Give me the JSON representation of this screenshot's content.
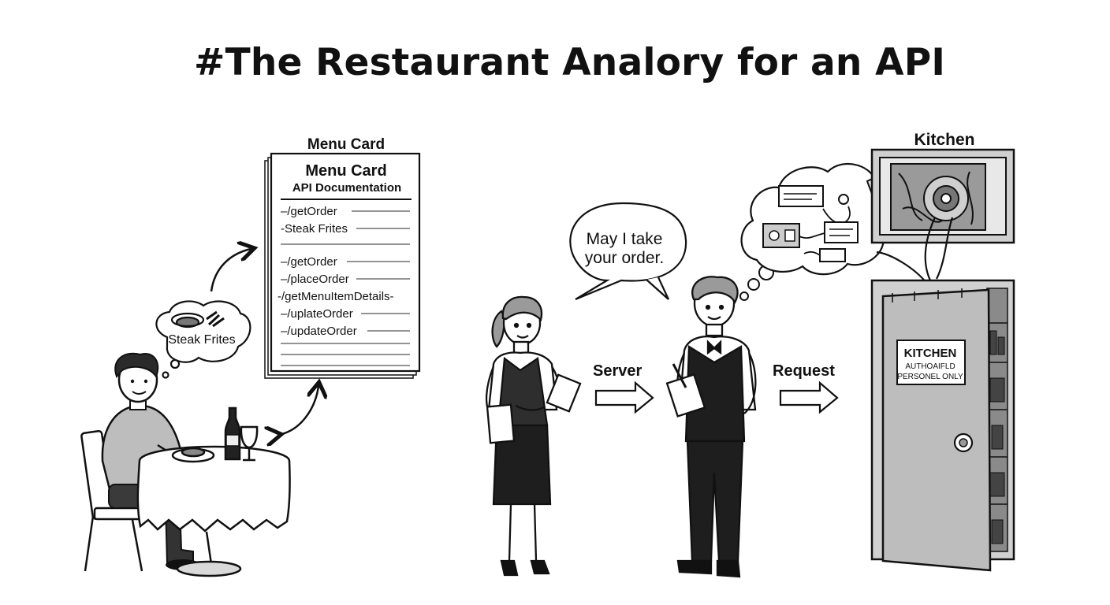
{
  "title": "#The Restaurant Analory for an API",
  "customer": {
    "thought": "Steak Frites"
  },
  "menu": {
    "caption": "Menu Card",
    "heading": "Menu Card",
    "subheading": "API Documentation",
    "items": [
      "–/getOrder",
      "-Steak Frites",
      "–/getOrder",
      "–/placeOrder",
      "-/getMenuItemDetails-",
      "–/uplateOrder",
      "–/updateOrder"
    ]
  },
  "server": {
    "speech_line1": "May I take",
    "speech_line2": "your order.",
    "label": "Server"
  },
  "request": {
    "label": "Request"
  },
  "kitchen": {
    "caption": "Kitchen",
    "sign_line1": "KITCHEN",
    "sign_line2": "AUTHOAIFLD",
    "sign_line3": "PERSONEL ONLY"
  }
}
